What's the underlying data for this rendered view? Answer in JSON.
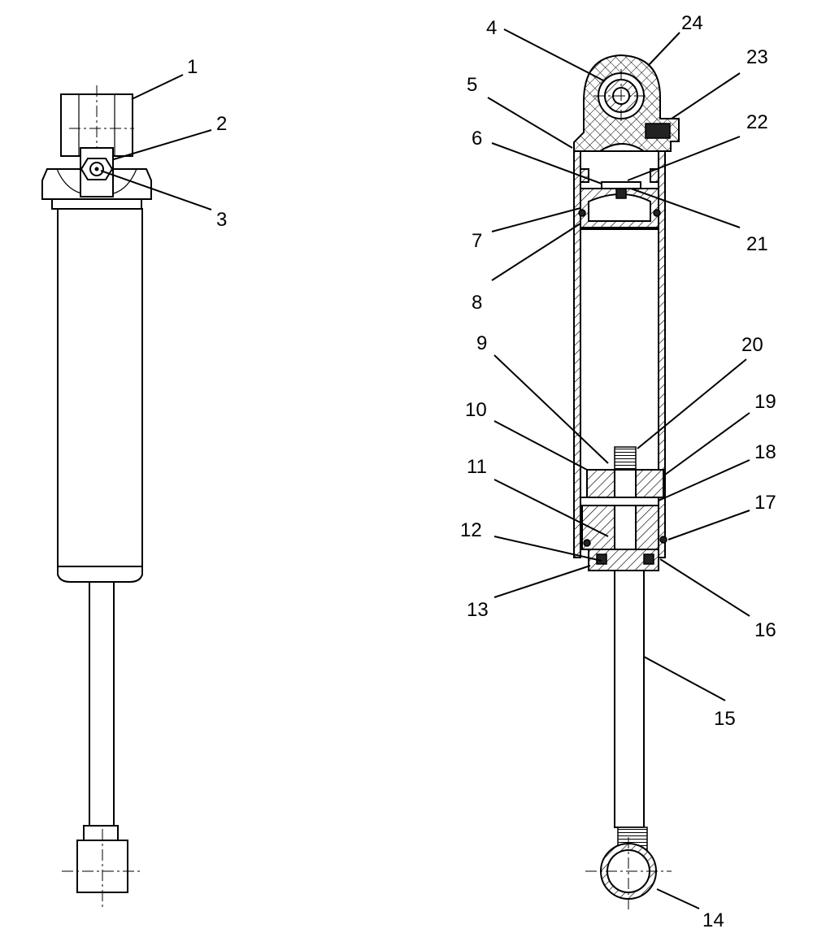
{
  "diagram": {
    "views": [
      "external-view",
      "cross-section-view"
    ],
    "callouts": [
      {
        "num": "1"
      },
      {
        "num": "2"
      },
      {
        "num": "3"
      },
      {
        "num": "4"
      },
      {
        "num": "5"
      },
      {
        "num": "6"
      },
      {
        "num": "7"
      },
      {
        "num": "8"
      },
      {
        "num": "9"
      },
      {
        "num": "10"
      },
      {
        "num": "11"
      },
      {
        "num": "12"
      },
      {
        "num": "13"
      },
      {
        "num": "14"
      },
      {
        "num": "15"
      },
      {
        "num": "16"
      },
      {
        "num": "17"
      },
      {
        "num": "18"
      },
      {
        "num": "19"
      },
      {
        "num": "20"
      },
      {
        "num": "21"
      },
      {
        "num": "22"
      },
      {
        "num": "23"
      },
      {
        "num": "24"
      }
    ]
  }
}
